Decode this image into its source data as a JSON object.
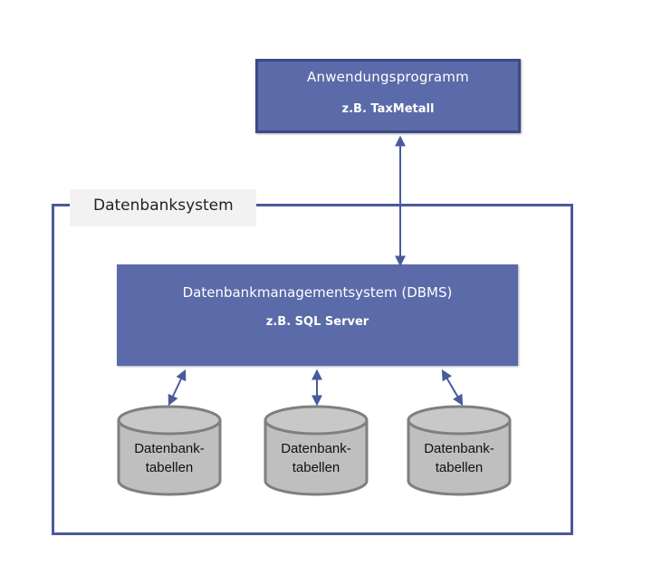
{
  "application": {
    "title": "Anwendungsprogramm",
    "example": "z.B. TaxMetall"
  },
  "system": {
    "label": "Datenbanksystem"
  },
  "dbms": {
    "title": "Datenbankmanagementsystem (DBMS)",
    "example": "z.B. SQL Server"
  },
  "tables": [
    {
      "line1": "Datenbank-",
      "line2": "tabellen"
    },
    {
      "line1": "Datenbank-",
      "line2": "tabellen"
    },
    {
      "line1": "Datenbank-",
      "line2": "tabellen"
    }
  ],
  "colors": {
    "box_fill": "#5b6aa8",
    "box_border": "#3c4a86",
    "arrow": "#4b5a9a",
    "cylinder_fill": "#bfbfbf",
    "cylinder_stroke": "#7f7f7f",
    "label_background": "#f2f2f2"
  }
}
